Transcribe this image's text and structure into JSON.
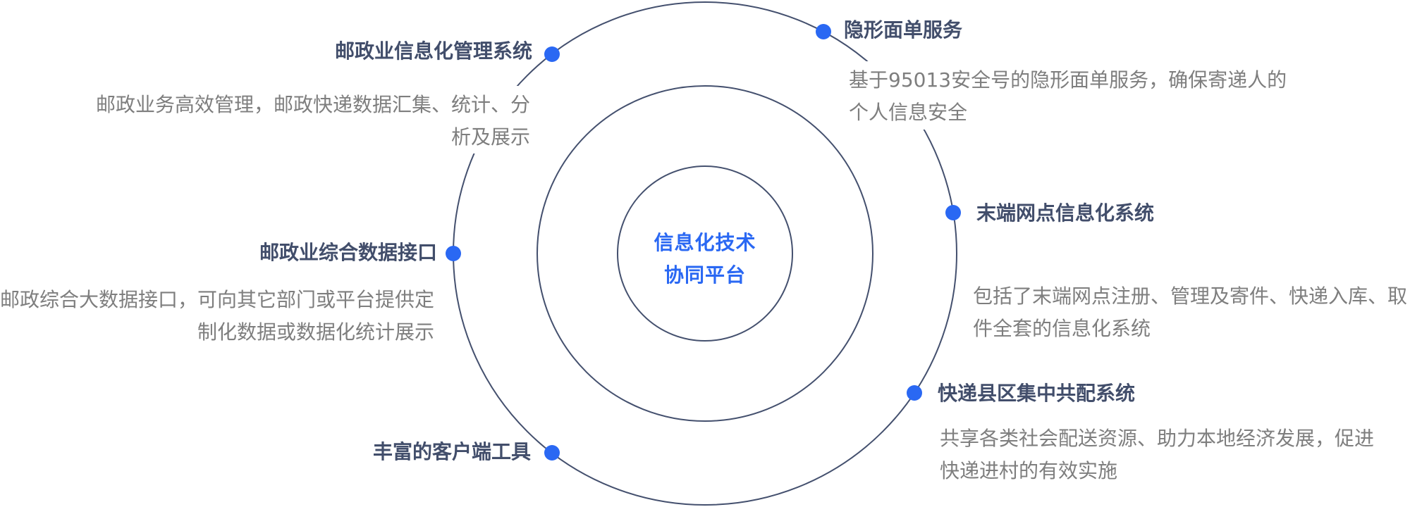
{
  "diagram": {
    "center": {
      "line1": "信息化技术",
      "line2": "协同平台"
    },
    "colors": {
      "accent_blue": "#2a68f3",
      "label_navy": "#424e6b",
      "desc_gray": "#7e7e7e",
      "circle_stroke": "#44506e",
      "box_background": "#ffffff"
    },
    "nodes": [
      {
        "id": "postal-industry-info-management-system",
        "label": "邮政业信息化管理系统",
        "desc_lines": [
          "邮政业务高效管理，邮政快递数据汇集、统计、分",
          "析及展示"
        ]
      },
      {
        "id": "invisible-waybill-service",
        "label": "隐形面单服务",
        "desc_lines": [
          "基于95013安全号的隐形面单服务，确保寄递人的",
          "个人信息安全"
        ]
      },
      {
        "id": "postal-comprehensive-data-interface",
        "label": "邮政业综合数据接口",
        "desc_lines": [
          "邮政综合大数据接口，可向其它部门或平台提供定",
          "制化数据或数据化统计展示"
        ]
      },
      {
        "id": "terminal-outlet-info-system",
        "label": "末端网点信息化系统",
        "desc_lines": [
          "包括了末端网点注册、管理及寄件、快递入库、取",
          "件全套的信息化系统"
        ]
      },
      {
        "id": "county-district-co-delivery-system",
        "label": "快递县区集中共配系统",
        "desc_lines": [
          "共享各类社会配送资源、助力本地经济发展，促进",
          "快递进村的有效实施"
        ]
      },
      {
        "id": "rich-client-tools",
        "label": "丰富的客户端工具",
        "desc_lines": []
      }
    ]
  }
}
